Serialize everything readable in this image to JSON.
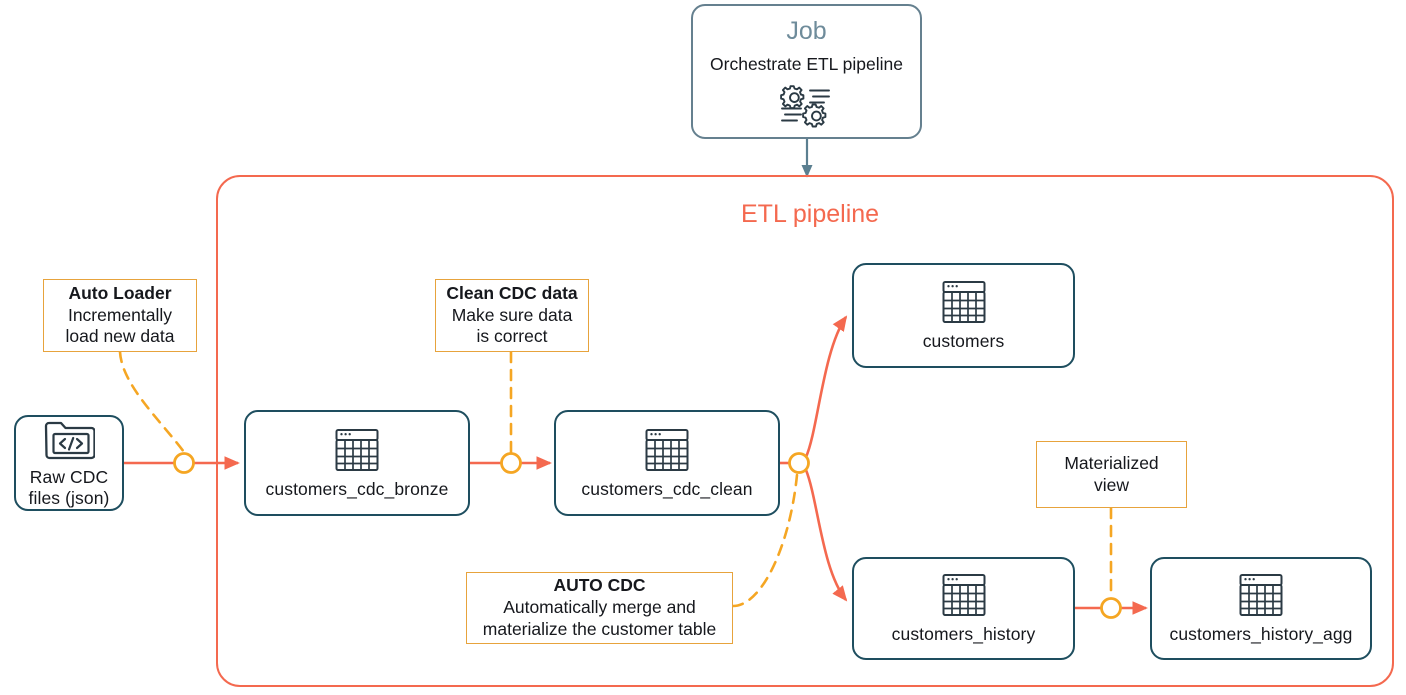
{
  "colors": {
    "node_border": "#1e4e5f",
    "job_border": "#65808f",
    "job_title": "#6f8c9b",
    "callout_border": "#e7a33c",
    "pipeline_accent": "#f4694f",
    "connector_ring": "#f5a623",
    "text": "#16181d",
    "background": "#ffffff"
  },
  "job": {
    "title": "Job",
    "subtitle": "Orchestrate ETL pipeline",
    "icon": "gears-icon"
  },
  "pipeline": {
    "title": "ETL pipeline"
  },
  "source": {
    "label_line1": "Raw CDC",
    "label_line2": "files (json)",
    "icon": "folder-code-icon"
  },
  "nodes": [
    {
      "id": "customers_cdc_bronze",
      "label": "customers_cdc_bronze",
      "icon": "table-icon"
    },
    {
      "id": "customers_cdc_clean",
      "label": "customers_cdc_clean",
      "icon": "table-icon"
    },
    {
      "id": "customers",
      "label": "customers",
      "icon": "table-icon"
    },
    {
      "id": "customers_history",
      "label": "customers_history",
      "icon": "table-icon"
    },
    {
      "id": "customers_history_agg",
      "label": "customers_history_agg",
      "icon": "table-icon"
    }
  ],
  "callouts": [
    {
      "id": "auto-loader",
      "title": "Auto Loader",
      "lines": [
        "Incrementally",
        "load new data"
      ]
    },
    {
      "id": "clean-cdc",
      "title": "Clean CDC data",
      "lines": [
        "Make sure data",
        "is correct"
      ]
    },
    {
      "id": "auto-cdc",
      "title": "AUTO CDC",
      "lines": [
        "Automatically merge and",
        "materialize the customer table"
      ]
    },
    {
      "id": "materialized-view",
      "title": "",
      "lines": [
        "Materialized view"
      ]
    }
  ]
}
